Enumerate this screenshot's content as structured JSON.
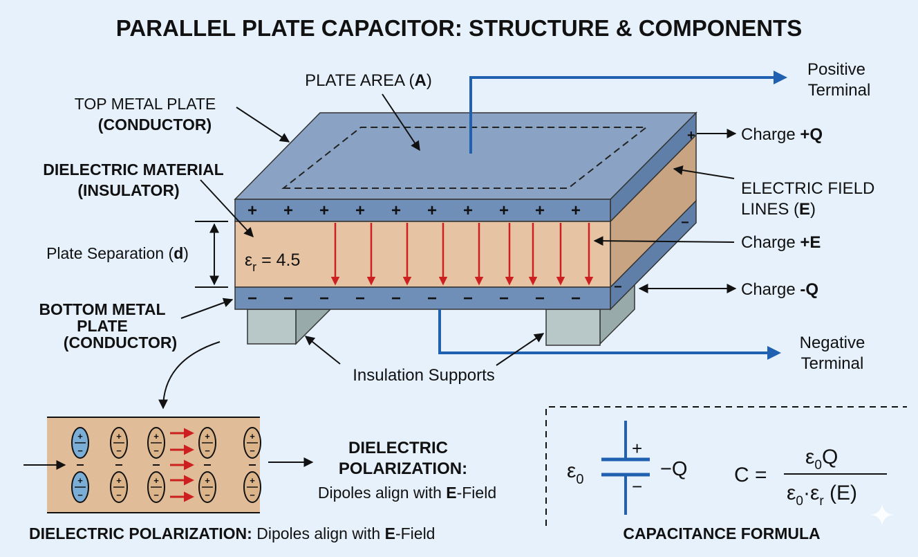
{
  "title": "PARALLEL PLATE CAPACITOR: STRUCTURE & COMPONENTS",
  "labels": {
    "top_plate_1": "TOP METAL PLATE",
    "top_plate_2": "(CONDUCTOR)",
    "plate_area_pre": "PLATE AREA (",
    "plate_area_var": "A",
    "plate_area_post": ")",
    "dielectric_1": "DIELECTRIC MATERIAL",
    "dielectric_2": "(INSULATOR)",
    "separation_pre": "Plate Separation (",
    "separation_var": "d",
    "separation_post": ")",
    "permittivity_sym": "ε",
    "permittivity_sub": "r",
    "permittivity_val": " = 4.5",
    "bottom_plate_1": "BOTTOM METAL",
    "bottom_plate_2": "PLATE",
    "bottom_plate_3": "(CONDUCTOR)",
    "positive_terminal_1": "Positive",
    "positive_terminal_2": "Terminal",
    "negative_terminal_1": "Negative",
    "negative_terminal_2": "Terminal",
    "charge_pos_q_pre": "Charge ",
    "charge_pos_q_val": "+Q",
    "field_lines_1": "ELECTRIC FIELD",
    "field_lines_2_pre": "LINES (",
    "field_lines_2_var": "E",
    "field_lines_2_post": ")",
    "charge_pos_e_pre": "Charge ",
    "charge_pos_e_val": "+E",
    "charge_neg_q_pre": "Charge ",
    "charge_neg_q_val": "-Q",
    "supports": "Insulation Supports",
    "plus": "+",
    "minus": "−"
  },
  "polarization": {
    "title_1": "DIELECTRIC",
    "title_2": "POLARIZATION:",
    "desc_pre": "Dipoles align with ",
    "desc_var": "E",
    "desc_post": "-Field",
    "caption_bold": "DIELECTRIC POLARIZATION:",
    "caption_pre": " Dipoles align with ",
    "caption_var": "E",
    "caption_post": "-Field",
    "dipole_plus": "+",
    "dipole_minus": "−"
  },
  "formula": {
    "eps0": "ε",
    "eps0_sub": "0",
    "plus": "+",
    "minus": "−",
    "neg_q": "−Q",
    "c_eq": "C =",
    "num_eps": "ε",
    "num_sub": "0",
    "num_q": "Q",
    "den_eps": "ε",
    "den_sub": "0",
    "den_dot": "·",
    "den_epsr": "ε",
    "den_r": "r",
    "den_e": " (E)",
    "caption": "CAPACITANCE FORMULA"
  },
  "colors": {
    "background": "#e6f1fb",
    "plate": "#6f8fb8",
    "plate_top": "#8aa3c4",
    "dielectric": "#e6c3a2",
    "field_arrow": "#cc2020",
    "terminal_wire": "#2060b0",
    "support": "#b8c8c8"
  }
}
